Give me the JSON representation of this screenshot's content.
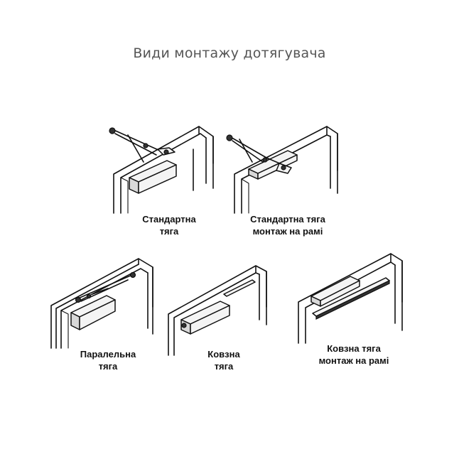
{
  "title": "Види монтажу дотягувача",
  "figures": [
    {
      "line1": "Стандартна",
      "line2": "тяга"
    },
    {
      "line1": "Стандартна тяга",
      "line2": "монтаж на рамі"
    },
    {
      "line1": "Паралельна",
      "line2": "тяга"
    },
    {
      "line1": "Ковзна",
      "line2": "тяга"
    },
    {
      "line1": "Ковзна тяга",
      "line2": "монтаж на рамі"
    }
  ]
}
